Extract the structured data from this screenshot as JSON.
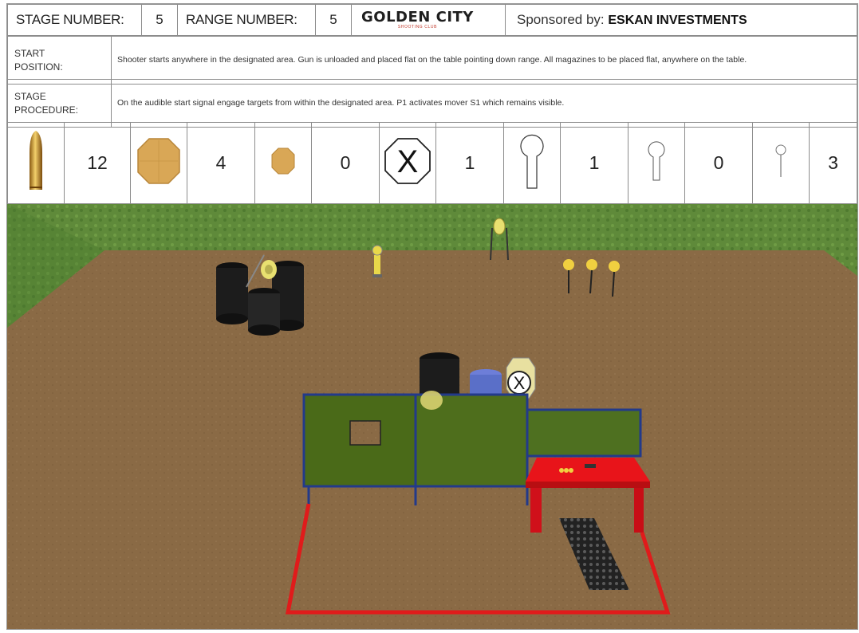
{
  "header": {
    "stage_number_label": "STAGE NUMBER:",
    "stage_number": "5",
    "range_number_label": "RANGE NUMBER:",
    "range_number": "5",
    "logo_main": "GOLDEN CITY",
    "logo_sub": "SHOOTING CLUB",
    "sponsor_label": "Sponsored by:",
    "sponsor_name": "ESKAN INVESTMENTS"
  },
  "start_position": {
    "label_line1": "START",
    "label_line2": "POSITION:",
    "text": "Shooter starts anywhere in the designated area. Gun is unloaded and placed flat on the table pointing down range. All magazines to be placed flat, anywhere on the table."
  },
  "stage_procedure": {
    "label_line1": "STAGE",
    "label_line2": "PROCEDURE:",
    "text": "On the audible start signal engage targets  from within the designated area. P1 activates mover S1 which remains visible."
  },
  "targets": [
    {
      "icon": "bullet-icon",
      "count": "12"
    },
    {
      "icon": "steel-plate-large-icon",
      "count": "4"
    },
    {
      "icon": "steel-plate-small-icon",
      "count": "0"
    },
    {
      "icon": "no-shoot-icon",
      "count": "1"
    },
    {
      "icon": "popper-large-icon",
      "count": "1"
    },
    {
      "icon": "popper-medium-icon",
      "count": "0"
    },
    {
      "icon": "popper-small-icon",
      "count": "3"
    }
  ],
  "scene": {
    "no_shoot_mark": "X"
  },
  "colors": {
    "steel": "#d9a756",
    "ground": "#8a6a45",
    "hedge": "#5f8a3a",
    "wall": "#3a5a10",
    "fault_line": "#e01b1b",
    "table": "#e8141a"
  }
}
